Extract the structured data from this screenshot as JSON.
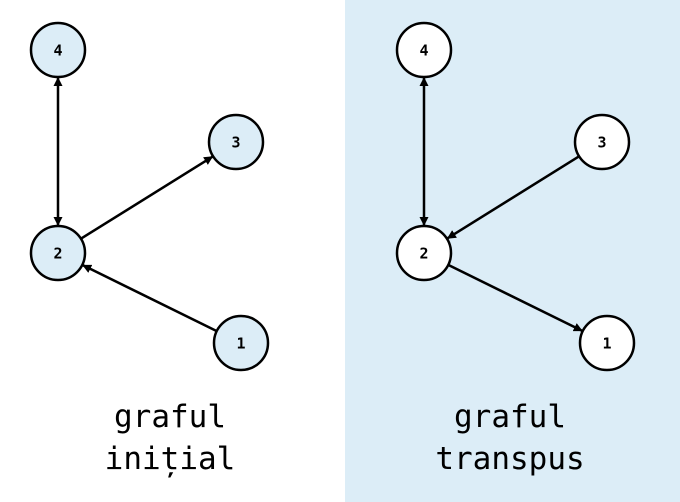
{
  "colors": {
    "left_node_fill": "#dcedf7",
    "right_node_fill": "#ffffff",
    "right_panel_bg": "#dcedf7",
    "stroke": "#000000"
  },
  "graphs": [
    {
      "id": "initial",
      "caption_line1": "graful",
      "caption_line2": "inițial",
      "nodes": [
        "4",
        "3",
        "2",
        "1"
      ],
      "edges": [
        {
          "from": "4",
          "to": "2",
          "bidirectional": true
        },
        {
          "from": "2",
          "to": "3"
        },
        {
          "from": "1",
          "to": "2"
        }
      ]
    },
    {
      "id": "transposed",
      "caption_line1": "graful",
      "caption_line2": "transpus",
      "nodes": [
        "4",
        "3",
        "2",
        "1"
      ],
      "edges": [
        {
          "from": "4",
          "to": "2",
          "bidirectional": true
        },
        {
          "from": "3",
          "to": "2"
        },
        {
          "from": "2",
          "to": "1"
        }
      ]
    }
  ]
}
